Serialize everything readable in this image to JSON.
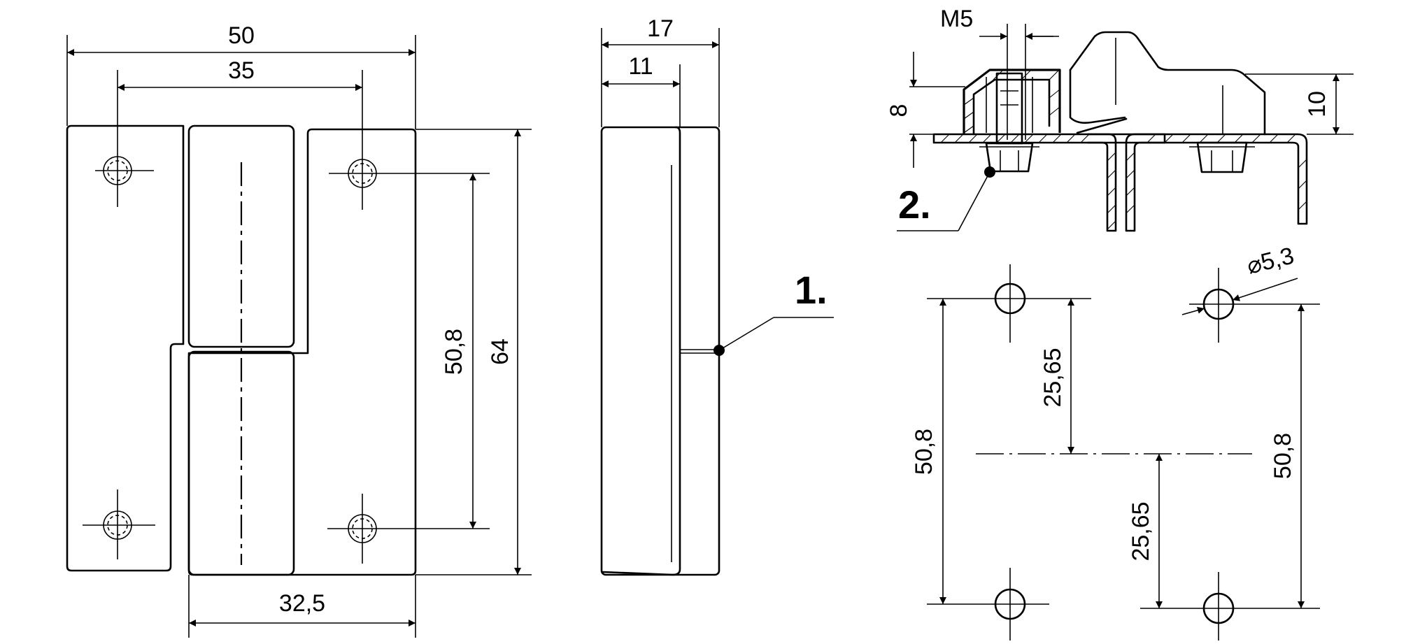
{
  "dimensions": {
    "front_width": "50",
    "front_hole_spacing_h": "35",
    "front_bottom_width": "32,5",
    "front_hole_spacing_v": "50,8",
    "front_height": "64",
    "side_depth": "17",
    "side_leaf": "11",
    "thread": "M5",
    "section_height_left": "8",
    "section_height_right": "10",
    "hole_diameter": "⌀5,3",
    "pattern_spacing_left": "50,8",
    "pattern_spacing_right": "50,8",
    "pattern_half_upper": "25,65",
    "pattern_half_lower": "25,65"
  },
  "callouts": {
    "item_1": "1.",
    "item_2": "2."
  }
}
